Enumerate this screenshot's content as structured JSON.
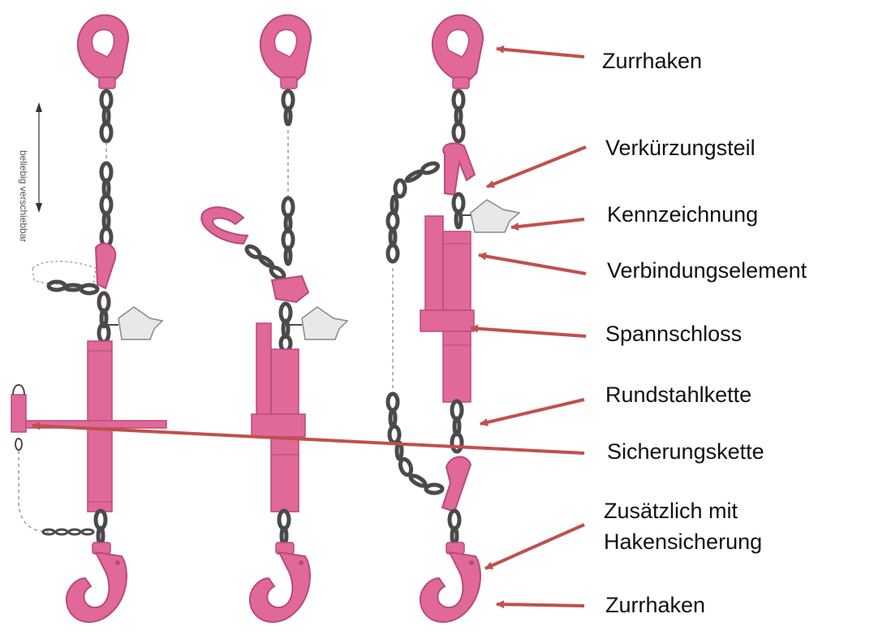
{
  "labels": {
    "zurrhaken_top": "Zurrhaken",
    "verkuerzungsteil": "Verkürzungsteil",
    "kennzeichnung": "Kennzeichnung",
    "verbindungselement": "Verbindungselement",
    "spannschloss": "Spannschloss",
    "rundstahlkette": "Rundstahlkette",
    "sicherungskette": "Sicherungskette",
    "zusaetzlich_line1": "Zusätzlich mit",
    "zusaetzlich_line2": "Hakensicherung",
    "zurrhaken_bottom": "Zurrhaken"
  },
  "side_note": "beliebig verschiebbar",
  "colors": {
    "hook": "#e0699a",
    "hook_dark": "#b84a78",
    "chain": "#4a4a4a",
    "arrow": "#c0504d",
    "label_text": "#111111"
  }
}
